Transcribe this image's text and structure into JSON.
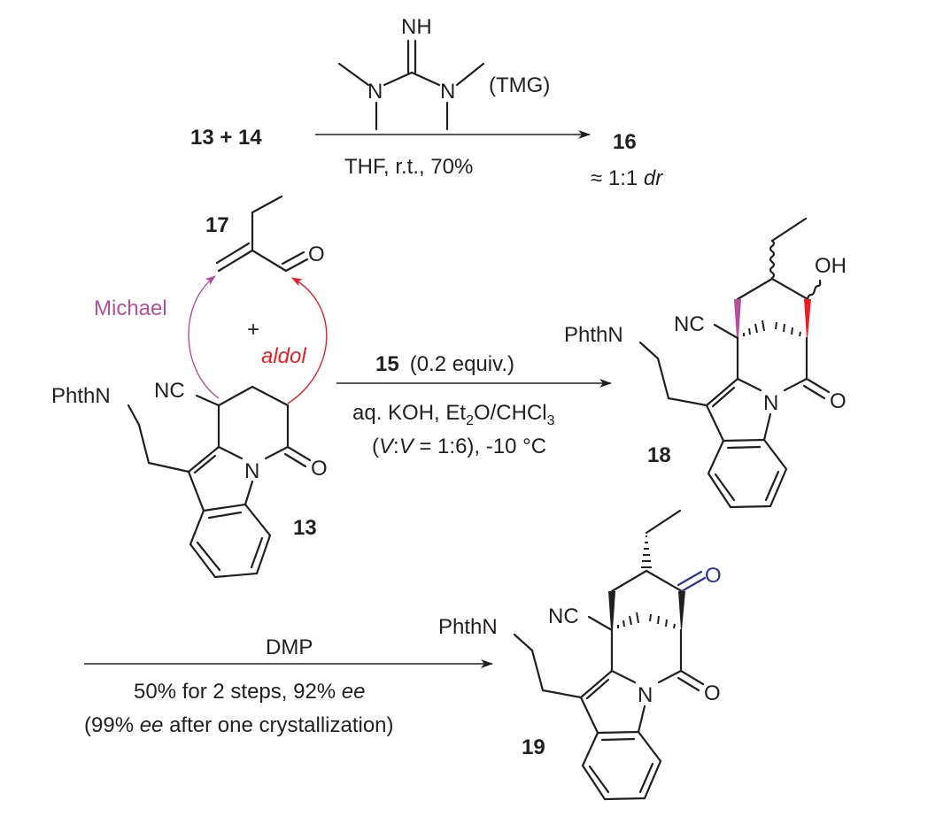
{
  "colors": {
    "ink": "#231f20",
    "michael": "#b64e9e",
    "aldol": "#ed1c24",
    "ketone": "#2e3192"
  },
  "reaction1": {
    "reactants": "13 + 14",
    "reagent_nh": "NH",
    "reagent_n_left": "N",
    "reagent_n_right": "N",
    "reagent_name": "(TMG)",
    "conditions": "THF, r.t., 70%",
    "product": "16",
    "product_note_prefix": "≈ 1:1 ",
    "product_note_italic": "dr"
  },
  "reaction2": {
    "compound_17": "17",
    "compound_17_o": "O",
    "michael_label": "Michael",
    "aldol_label": "aldol",
    "plus": "+",
    "compound_13": {
      "label": "13",
      "phthn": "PhthN",
      "nc": "NC",
      "n": "N",
      "o": "O"
    },
    "catalyst": "15",
    "catalyst_amount": "(0.2 equiv.)",
    "conditions_line1_a": "aq. KOH, Et",
    "conditions_line1_sub1": "2",
    "conditions_line1_b": "O/CHCl",
    "conditions_line1_sub2": "3",
    "conditions_line2_a": "(",
    "conditions_line2_v1": "V",
    "conditions_line2_colon": ":",
    "conditions_line2_v2": "V",
    "conditions_line2_b": " = 1:6), -10 °C",
    "compound_18": {
      "label": "18",
      "phthn": "PhthN",
      "nc": "NC",
      "n": "N",
      "o": "O",
      "oh": "OH"
    }
  },
  "reaction3": {
    "reagent": "DMP",
    "conditions_line1_a": "50% for 2 steps, 92% ",
    "conditions_line1_ee": "ee",
    "conditions_line2_a": "(99% ",
    "conditions_line2_ee": "ee",
    "conditions_line2_b": " after one crystallization)",
    "compound_19": {
      "label": "19",
      "phthn": "PhthN",
      "nc": "NC",
      "n": "N",
      "o": "O",
      "ketone_o": "O"
    }
  }
}
